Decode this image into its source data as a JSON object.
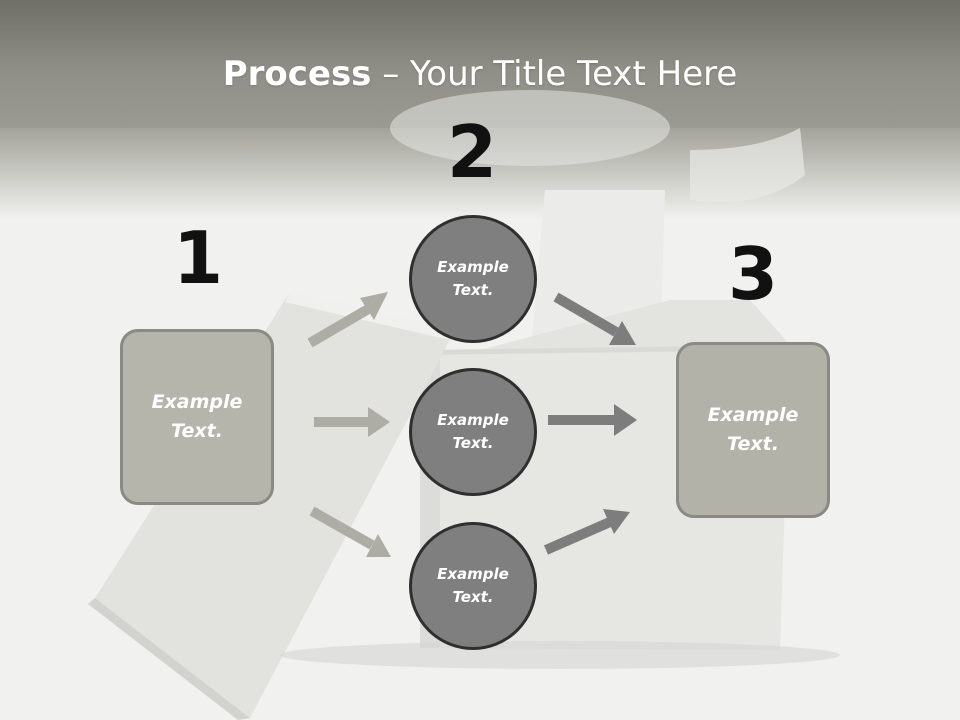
{
  "slide": {
    "title_bold": "Process",
    "title_rest": " – Your Title Text Here"
  },
  "steps": {
    "one": "1",
    "two": "2",
    "three": "3"
  },
  "boxes": {
    "left": {
      "line1": "Example",
      "line2": "Text."
    },
    "right": {
      "line1": "Example",
      "line2": "Text."
    }
  },
  "circles": [
    {
      "line1": "Example",
      "line2": "Text."
    },
    {
      "line1": "Example",
      "line2": "Text."
    },
    {
      "line1": "Example",
      "line2": "Text."
    }
  ],
  "colors": {
    "title_band": "#8f8f87",
    "box_fill": "#b5b5ac",
    "circle_fill": "#7f7f7f",
    "arrow_left": "#adada5",
    "arrow_right": "#7d7d7d"
  }
}
